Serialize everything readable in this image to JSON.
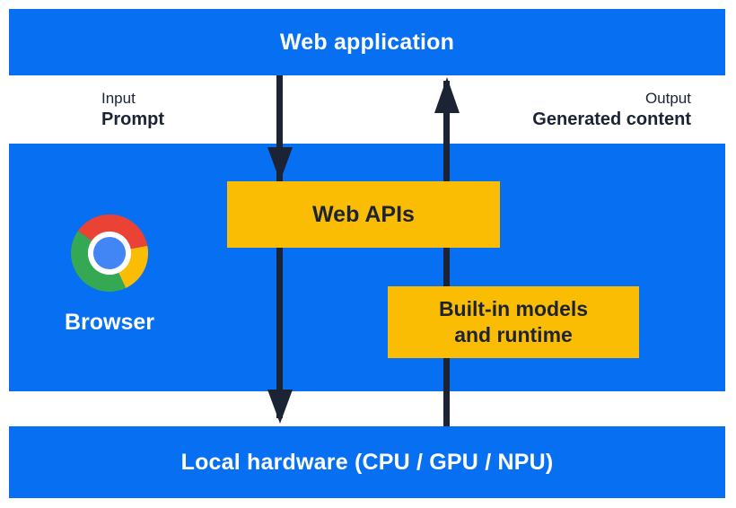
{
  "colors": {
    "blue": "#0770F2",
    "yellow": "#FBBC04",
    "navy": "#1B2334",
    "white-text": "#FFFFFF",
    "chrome-red": "#EA4335",
    "chrome-green": "#34A853",
    "chrome-yellow": "#FBBC04",
    "chrome-blue": "#4285F4"
  },
  "diagram": {
    "web_application": {
      "label": "Web application"
    },
    "input": {
      "title": "Input",
      "subtitle": "Prompt"
    },
    "output": {
      "title": "Output",
      "subtitle": "Generated content"
    },
    "browser": {
      "label": "Browser",
      "icon": "chrome-browser-icon"
    },
    "web_apis": {
      "label": "Web APIs"
    },
    "builtin_models": {
      "line1": "Built-in models",
      "line2": "and runtime"
    },
    "local_hardware": {
      "label": "Local hardware (CPU / GPU / NPU)"
    },
    "arrows": {
      "down_arrow": "prompt-flow-from-web-app-to-web-apis-to-local-hardware",
      "up_arrow": "generated-content-flow-from-local-hardware-to-web-app"
    }
  }
}
